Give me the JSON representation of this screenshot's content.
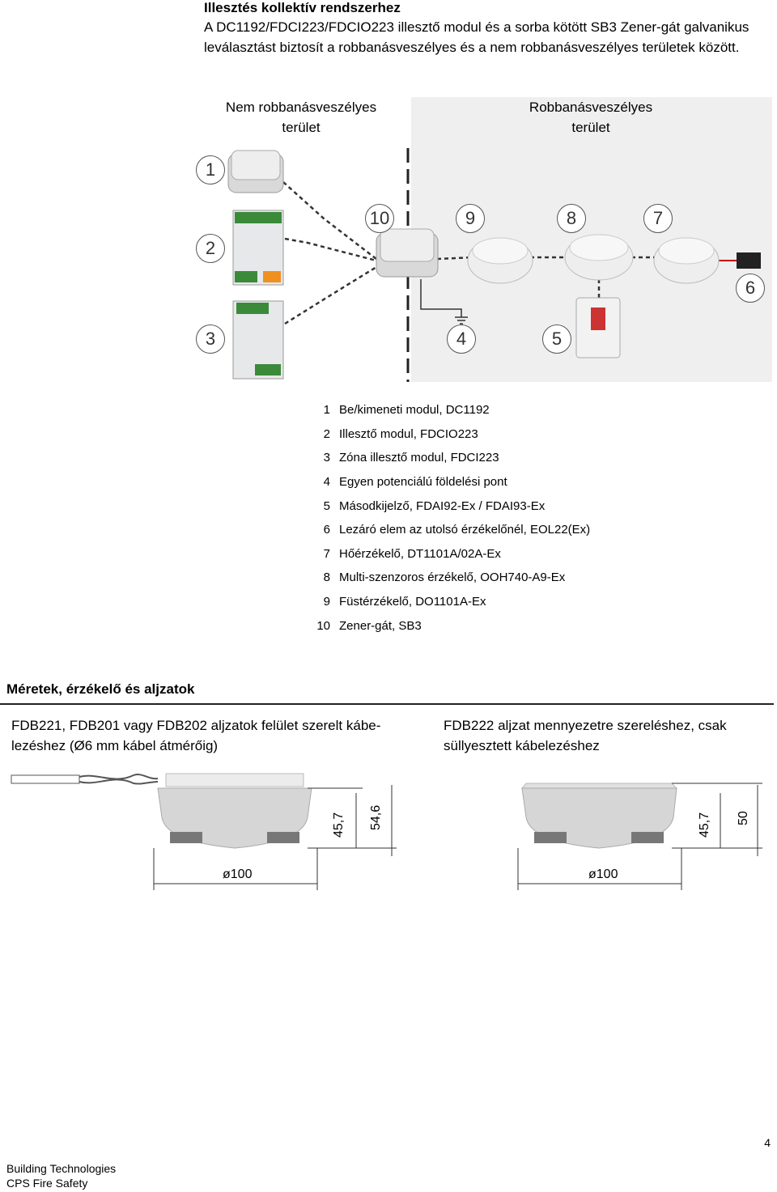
{
  "section1": {
    "title": "Illesztés kollektív rendszerhez",
    "intro": "A DC1192/FDCI223/FDCIO223 illesztő modul és a sorba kötött SB3 Zener-gát galvanikus leválasztást biztosít a robbanásveszélyes és a nem robbanásveszélyes területek között."
  },
  "diagram": {
    "zone_safe_line1": "Nem robbanásveszélyes",
    "zone_safe_line2": "terület",
    "zone_ex_line1": "Robbanásveszélyes",
    "zone_ex_line2": "terület",
    "callouts": [
      "1",
      "2",
      "3",
      "4",
      "5",
      "6",
      "7",
      "8",
      "9",
      "10"
    ]
  },
  "legend": [
    {
      "num": "1",
      "text": "Be/kimeneti modul, DC1192"
    },
    {
      "num": "2",
      "text": "Illesztő modul, FDCIO223"
    },
    {
      "num": "3",
      "text": "Zóna illesztő modul, FDCI223"
    },
    {
      "num": "4",
      "text": "Egyen potenciálú földelési pont"
    },
    {
      "num": "5",
      "text": "Másodkijelző, FDAI92-Ex / FDAI93-Ex"
    },
    {
      "num": "6",
      "text": "Lezáró elem az utolsó érzékelőnél, EOL22(Ex)"
    },
    {
      "num": "7",
      "text": "Hőérzékelő, DT1101A/02A-Ex"
    },
    {
      "num": "8",
      "text": "Multi-szenzoros érzékelő, OOH740-A9-Ex"
    },
    {
      "num": "9",
      "text": "Füstérzékelő, DO1101A-Ex"
    },
    {
      "num": "10",
      "text": "Zener-gát, SB3"
    }
  ],
  "section2": {
    "title": "Méretek, érzékelő és aljzatok",
    "left_text": "FDB221, FDB201 vagy FDB202 aljzatok felület szerelt kábe-lezéshez (Ø6 mm kábel átmérőig)",
    "right_text": "FDB222 aljzat mennyezetre szereléshez, csak süllyesztett kábelezéshez",
    "left_dims": {
      "height1": "45,7",
      "height2": "54,6",
      "diameter": "ø100"
    },
    "right_dims": {
      "height1": "45,7",
      "height2": "50",
      "diameter": "ø100"
    }
  },
  "page_number": "4",
  "footer": {
    "line1": "Building Technologies",
    "line2": "CPS Fire Safety"
  }
}
